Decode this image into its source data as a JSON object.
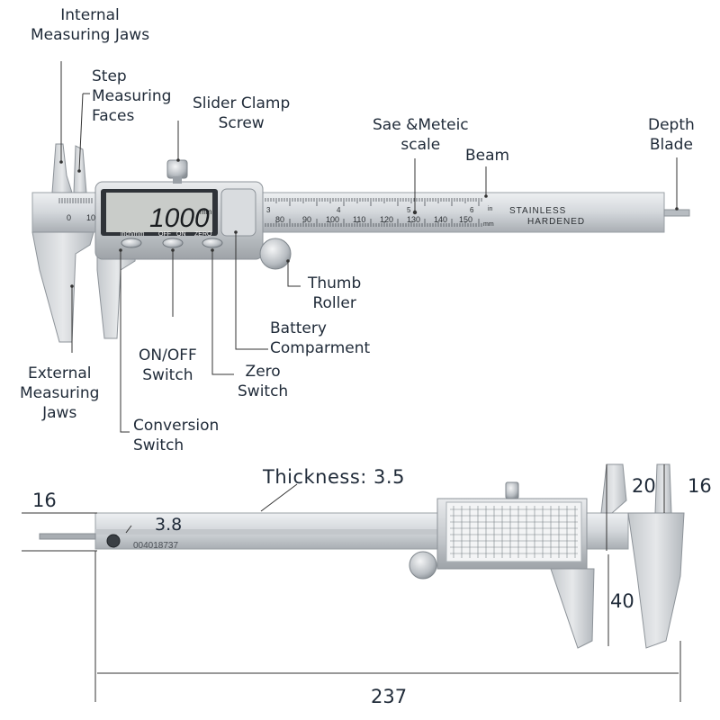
{
  "callouts": {
    "internal_jaws": "Internal\nMeasuring Jaws",
    "step_faces": "Step\nMeasuring\nFaces",
    "slider_clamp": "Slider Clamp\nScrew",
    "scale": "Sae &Meteic\nscale",
    "beam": "Beam",
    "depth_blade": "Depth\nBlade",
    "thumb_roller": "Thumb\nRoller",
    "battery": "Battery\nComparment",
    "on_off": "ON/OFF\nSwitch",
    "zero": "Zero\nSwitch",
    "external_jaws": "External\nMeasuring\nJaws",
    "conversion": "Conversion\nSwitch"
  },
  "display": {
    "reading": "1000",
    "unit": "mm",
    "btn_inch_mm": "inch/mm",
    "btn_off": "OFF",
    "btn_on": "ON",
    "btn_zero": "ZERO"
  },
  "beam": {
    "marking_line1": "STAINLESS",
    "marking_line2": "HARDENED",
    "unit_in": "in",
    "unit_mm": "mm",
    "serial": "004018737",
    "mm_ticks": [
      "0",
      "10",
      "80",
      "90",
      "100",
      "110",
      "120",
      "130",
      "140",
      "150"
    ],
    "in_ticks": [
      "3",
      "4",
      "5",
      "6"
    ]
  },
  "dimensions": {
    "thickness": "Thickness: 3.5",
    "left_height": "16",
    "rod": "3.8",
    "jaw_width": "20",
    "right_height": "16",
    "jaw_length": "40",
    "total_length": "237"
  },
  "colors": {
    "text": "#1f2a38",
    "steel_light": "#dcdfe2",
    "steel_mid": "#b8bdc2",
    "steel_dark": "#8d9399",
    "lcd": "#c9ccc9",
    "leader": "#333333"
  }
}
